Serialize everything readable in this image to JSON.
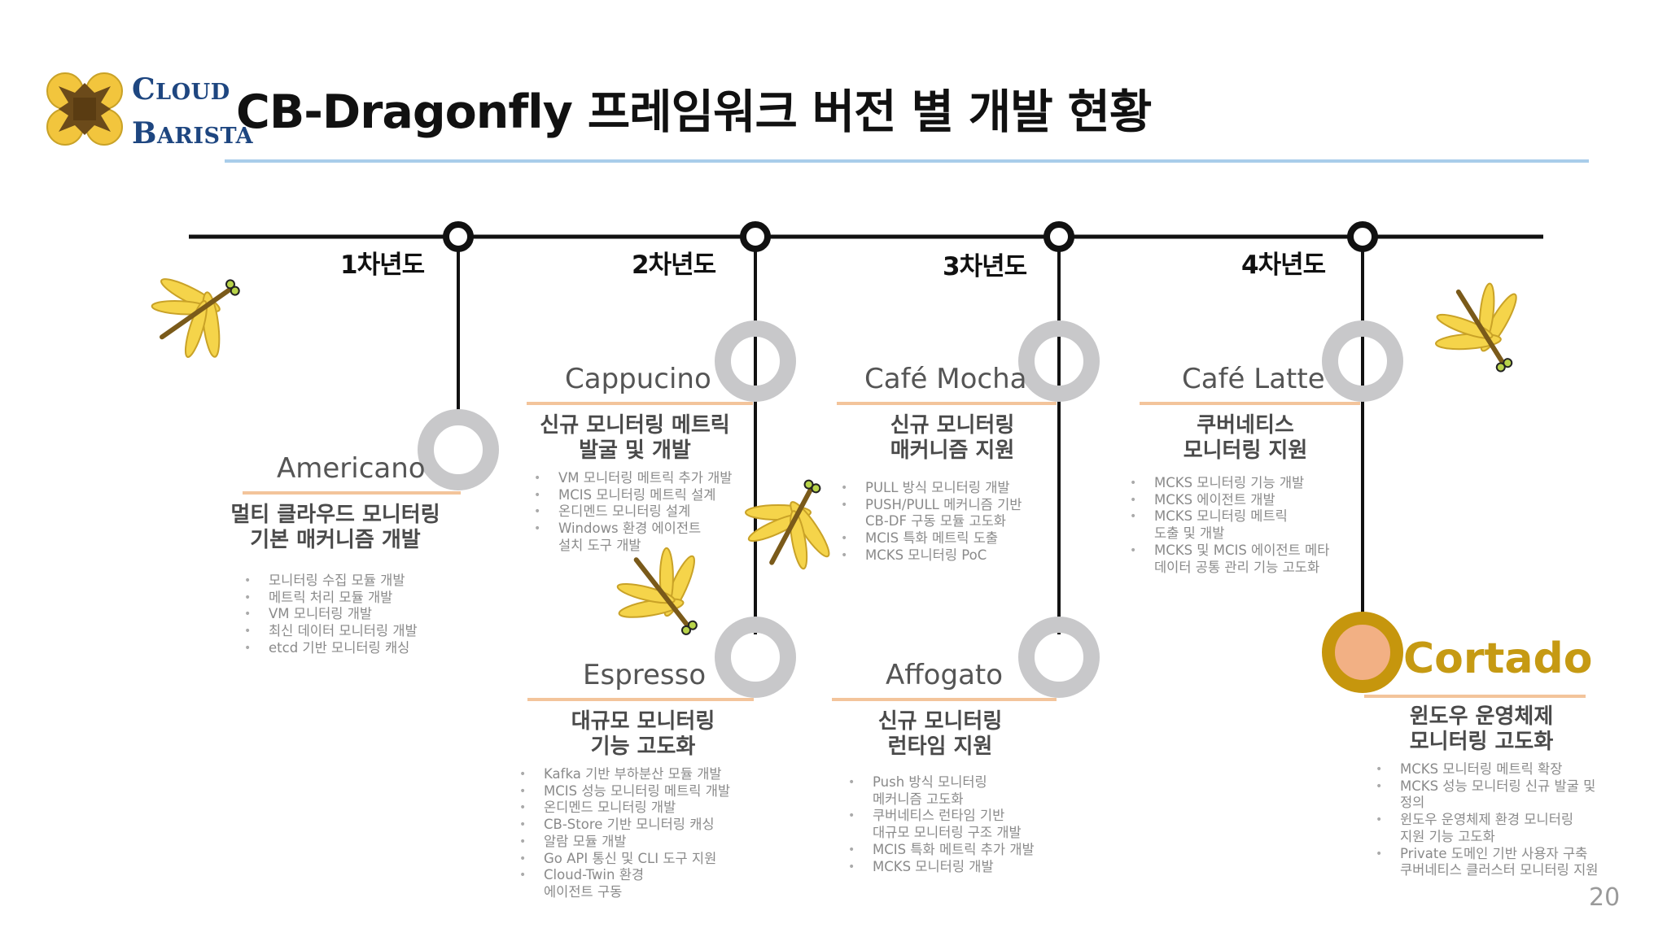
{
  "header": {
    "logo_line1": "Cloud",
    "logo_line2": "Barista",
    "title": "CB-Dragonfly 프레임워크 버전 별 개발 현황"
  },
  "timeline": {
    "years": [
      "1차년도",
      "2차년도",
      "3차년도",
      "4차년도"
    ]
  },
  "versions": [
    {
      "name": "Americano",
      "subtitle": [
        "멀티 클라우드 모니터링",
        "기본 매커니즘 개발"
      ],
      "items": [
        "모니터링 수집 모듈 개발",
        "메트릭 처리 모듈 개발",
        "VM 모니터링 개발",
        "최신 데이터 모니터링 개발",
        "etcd 기반 모니터링 캐싱"
      ]
    },
    {
      "name": "Cappucino",
      "subtitle": [
        "신규 모니터링 메트릭",
        "발굴 및 개발"
      ],
      "items": [
        "VM 모니터링 메트릭 추가 개발",
        "MCIS 모니터링 메트릭 설계",
        "온디멘드 모니터링 설계",
        [
          "Windows 환경 에이전트",
          "설치 도구 개발"
        ]
      ]
    },
    {
      "name": "Espresso",
      "subtitle": [
        "대규모 모니터링",
        "기능 고도화"
      ],
      "items": [
        "Kafka 기반 부하분산 모듈 개발",
        "MCIS 성능 모니터링 메트릭 개발",
        "온디멘드 모니터링 개발",
        "CB-Store 기반 모니터링 캐싱",
        "알람 모듈 개발",
        "Go API 통신 및 CLI 도구 지원",
        [
          "Cloud-Twin 환경",
          "에이전트 구동"
        ]
      ]
    },
    {
      "name": "Café Mocha",
      "subtitle": [
        "신규 모니터링",
        "매커니즘 지원"
      ],
      "items": [
        "PULL 방식 모니터링 개발",
        [
          "PUSH/PULL 메커니즘 기반",
          "CB-DF 구동 모듈 고도화"
        ],
        "MCIS 특화 메트릭 도출",
        "MCKS 모니터링  PoC"
      ]
    },
    {
      "name": "Affogato",
      "subtitle": [
        "신규 모니터링",
        "런타임 지원"
      ],
      "items": [
        [
          "Push 방식 모니터링",
          "메커니즘 고도화"
        ],
        [
          "쿠버네티스 런타임 기반",
          "대규모 모니터링 구조 개발"
        ],
        "MCIS 특화 메트릭 추가 개발",
        "MCKS 모니터링 개발"
      ]
    },
    {
      "name": "Café Latte",
      "subtitle": [
        "쿠버네티스",
        "모니터링 지원"
      ],
      "items": [
        "MCKS 모니터링 기능 개발",
        "MCKS 에이전트 개발",
        [
          "MCKS 모니터링 메트릭",
          "도출 및 개발"
        ],
        [
          "MCKS 및 MCIS 에이전트 메타",
          "데이터 공통 관리 기능 고도화"
        ]
      ]
    },
    {
      "name": "Cortado",
      "subtitle": [
        "윈도우 운영체제",
        "모니터링 고도화"
      ],
      "items": [
        "MCKS 모니터링 메트릭 확장",
        [
          "MCKS 성능 모니터링 신규 발굴 및",
          "정의"
        ],
        [
          "윈도우 운영체제 환경 모니터링",
          "지원 기능 고도화"
        ],
        [
          "Private 도메인 기반 사용자 구축",
          "쿠버네티스 클러스터 모니터링 지원"
        ]
      ]
    }
  ],
  "page_number": "20",
  "colors": {
    "accent_rule": "#a9cdea",
    "version_underline": "#f3c49b",
    "ring": "#c8c8ca",
    "current_ring": "#c6960d",
    "current_fill": "#f2b084",
    "logo_gold": "#f2c53d",
    "logo_brown": "#6b4a1a",
    "logo_navy": "#1e4680"
  },
  "icons": [
    "dragonfly-icon",
    "cloud-barista-logo"
  ]
}
